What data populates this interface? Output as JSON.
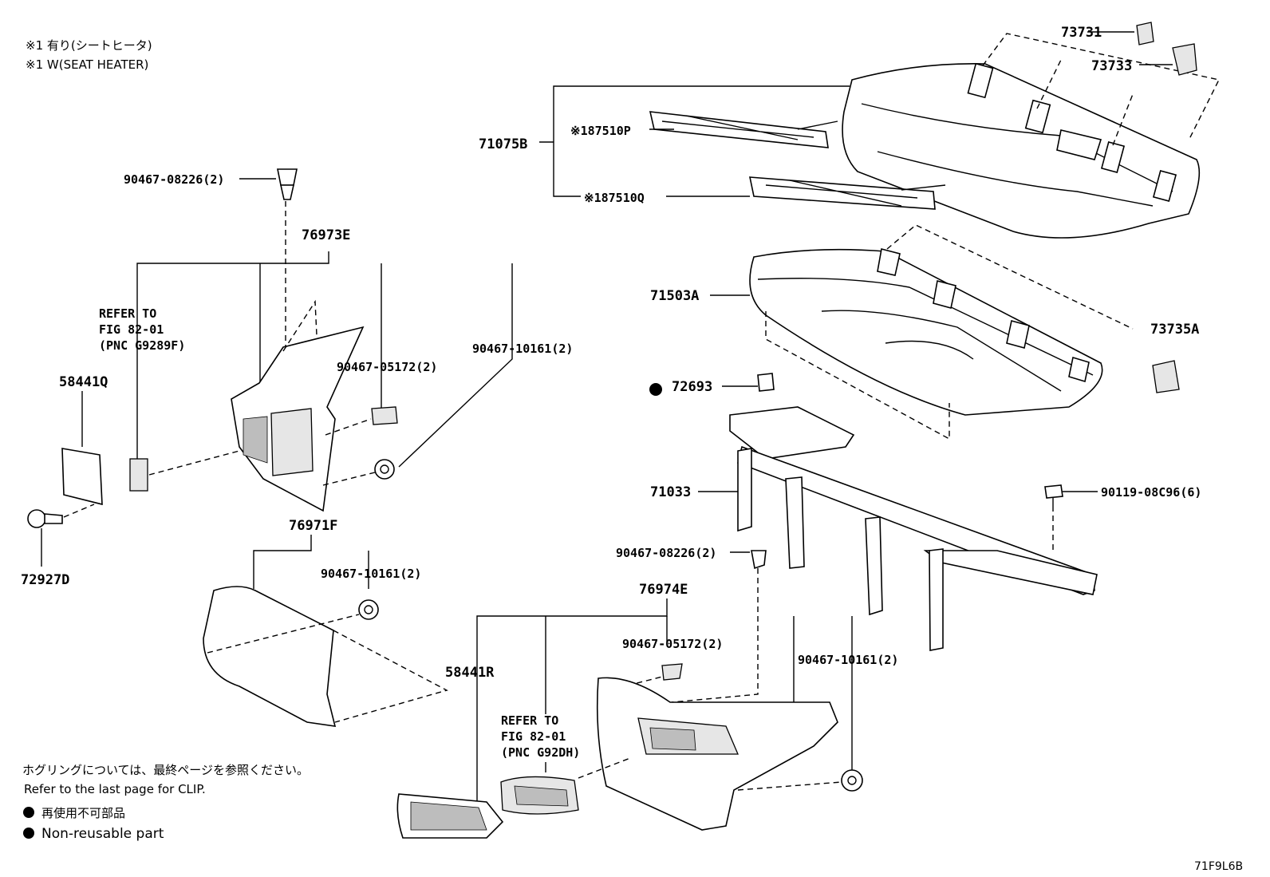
{
  "notes": {
    "seat_heater_jp": "※1 有り(シートヒータ)",
    "seat_heater_en": "※1 W(SEAT HEATER)",
    "clip_jp": "ホグリングについては、最終ページを参照ください。",
    "clip_en": "Refer to the last page for CLIP.",
    "nonreusable_jp": "再使用不可部品",
    "nonreusable_en": "Non-reusable part"
  },
  "figure_code": "71F9L6B",
  "parts": {
    "p73731": "73731",
    "p73733": "73733",
    "p71075B": "71075B",
    "p87510P": "※187510P",
    "p87510Q": "※187510Q",
    "p90467_08226_top": "90467-08226(2)",
    "p76973E": "76973E",
    "refer1_line1": "REFER TO",
    "refer1_line2": "FIG 82-01",
    "refer1_line3": "(PNC G9289F)",
    "p90467_10161_a": "90467-10161(2)",
    "p90467_05172_a": "90467-05172(2)",
    "p58441Q": "58441Q",
    "p72927D": "72927D",
    "p76971F": "76971F",
    "p90467_10161_b": "90467-10161(2)",
    "p58441R": "58441R",
    "p71503A": "71503A",
    "p73735A": "73735A",
    "p72693": "72693",
    "p71033": "71033",
    "p90119": "90119-08C96(6)",
    "p90467_08226_mid": "90467-08226(2)",
    "p76974E": "76974E",
    "p90467_05172_b": "90467-05172(2)",
    "p90467_10161_c": "90467-10161(2)",
    "refer2_line1": "REFER TO",
    "refer2_line2": "FIG 82-01",
    "refer2_line3": "(PNC G92DH)"
  }
}
